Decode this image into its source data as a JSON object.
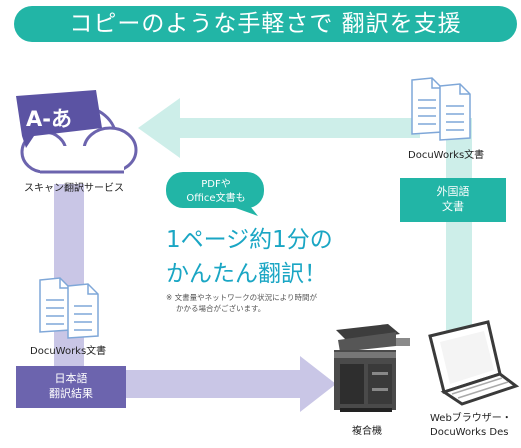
{
  "banner": {
    "title": "コピーのような手軽さで 翻訳を支援"
  },
  "labels": {
    "cloud_logo": "A-あ",
    "service": "スキャン翻訳サービス",
    "docuworks_top": "DocuWorks文書",
    "foreign_line1": "外国語",
    "foreign_line2": "文書",
    "bubble_line1": "PDFや",
    "bubble_line2": "Office文書も",
    "headline_line1": "1ページ約1分の",
    "headline_line2": "かんたん翻訳！",
    "note_line1": "※ 文書量やネットワークの状況により時間が",
    "note_line2": "かかる場合がございます。",
    "docuworks_left": "DocuWorks文書",
    "japanese_line1": "日本語",
    "japanese_line2": "翻訳結果",
    "mfp": "複合機",
    "web_line1": "Webブラウザー・",
    "web_line2": "DocuWorks Des"
  },
  "colors": {
    "teal": "#22b5a6",
    "mint_arrow": "#cdeee9",
    "lavender_arrow": "#c9c6e6",
    "purple": "#6c64ae",
    "headline_blue": "#1aa6c4"
  }
}
